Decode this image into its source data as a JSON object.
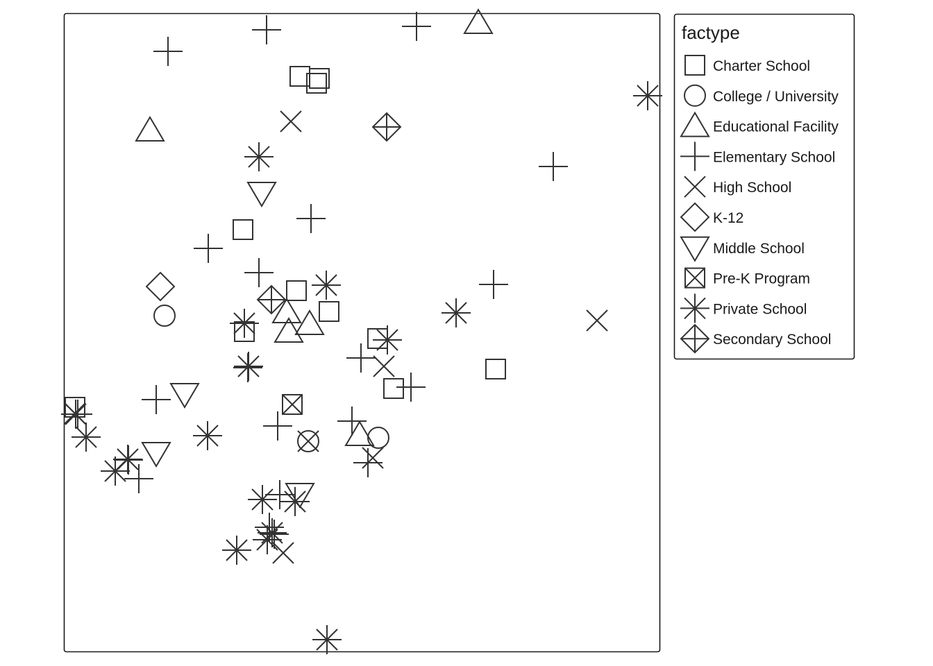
{
  "chart_data": {
    "type": "scatter",
    "title": "",
    "xlabel": "",
    "ylabel": "",
    "xlim": [
      0,
      858
    ],
    "ylim": [
      0,
      920
    ],
    "grid": false,
    "legend": {
      "title": "factype",
      "placement": "right",
      "entries": [
        {
          "label": "Charter School",
          "shape": "square"
        },
        {
          "label": "College / University",
          "shape": "circle"
        },
        {
          "label": "Educational Facility",
          "shape": "triangle"
        },
        {
          "label": "Elementary School",
          "shape": "plus"
        },
        {
          "label": "High School",
          "shape": "cross"
        },
        {
          "label": "K-12",
          "shape": "diamond"
        },
        {
          "label": "Middle School",
          "shape": "down-triangle"
        },
        {
          "label": "Pre-K Program",
          "shape": "square-cross"
        },
        {
          "label": "Private School",
          "shape": "asterisk"
        },
        {
          "label": "Secondary School",
          "shape": "diamond-plus"
        }
      ]
    },
    "series": [
      {
        "name": "Charter School",
        "points": [
          [
            340,
            830
          ],
          [
            368,
            827
          ],
          [
            364,
            820
          ],
          [
            258,
            609
          ],
          [
            335,
            521
          ],
          [
            382,
            491
          ],
          [
            260,
            462
          ],
          [
            452,
            452
          ],
          [
            475,
            380
          ],
          [
            622,
            408
          ],
          [
            16,
            353
          ]
        ]
      },
      {
        "name": "College / University",
        "points": [
          [
            145,
            485
          ],
          [
            453,
            309
          ],
          [
            352,
            304
          ]
        ]
      },
      {
        "name": "Educational Facility",
        "points": [
          [
            597,
            907
          ],
          [
            124,
            752
          ],
          [
            321,
            490
          ],
          [
            324,
            462
          ],
          [
            354,
            473
          ],
          [
            426,
            313
          ]
        ]
      },
      {
        "name": "Elementary School",
        "points": [
          [
            292,
            897
          ],
          [
            508,
            902
          ],
          [
            150,
            866
          ],
          [
            705,
            700
          ],
          [
            356,
            625
          ],
          [
            208,
            582
          ],
          [
            281,
            547
          ],
          [
            619,
            530
          ],
          [
            428,
            424
          ],
          [
            265,
            410
          ],
          [
            500,
            382
          ],
          [
            133,
            364
          ],
          [
            308,
            326
          ],
          [
            415,
            333
          ],
          [
            438,
            273
          ],
          [
            108,
            250
          ],
          [
            20,
            343
          ],
          [
            311,
            227
          ],
          [
            93,
            277
          ],
          [
            296,
            180
          ],
          [
            303,
            170
          ]
        ]
      },
      {
        "name": "High School",
        "points": [
          [
            327,
            765
          ],
          [
            768,
            478
          ],
          [
            461,
            412
          ],
          [
            445,
            280
          ],
          [
            316,
            143
          ],
          [
            352,
            304
          ],
          [
            16,
            344
          ]
        ]
      },
      {
        "name": "K-12",
        "points": [
          [
            139,
            527
          ]
        ]
      },
      {
        "name": "Middle School",
        "points": [
          [
            285,
            662
          ],
          [
            174,
            372
          ],
          [
            133,
            287
          ],
          [
            340,
            228
          ]
        ]
      },
      {
        "name": "Pre-K Program",
        "points": [
          [
            329,
            357
          ]
        ]
      },
      {
        "name": "Private School",
        "points": [
          [
            841,
            802
          ],
          [
            281,
            714
          ],
          [
            378,
            529
          ],
          [
            260,
            474
          ],
          [
            565,
            489
          ],
          [
            466,
            450
          ],
          [
            266,
            412
          ],
          [
            17,
            343
          ],
          [
            32,
            310
          ],
          [
            207,
            312
          ],
          [
            92,
            278
          ],
          [
            74,
            261
          ],
          [
            286,
            220
          ],
          [
            333,
            217
          ],
          [
            300,
            172
          ],
          [
            293,
            162
          ],
          [
            249,
            147
          ],
          [
            379,
            18
          ]
        ]
      },
      {
        "name": "Secondary School",
        "points": [
          [
            465,
            757
          ],
          [
            299,
            508
          ]
        ]
      }
    ]
  },
  "colors": {
    "ink": "#333333",
    "frame": "#1a1a1a"
  }
}
